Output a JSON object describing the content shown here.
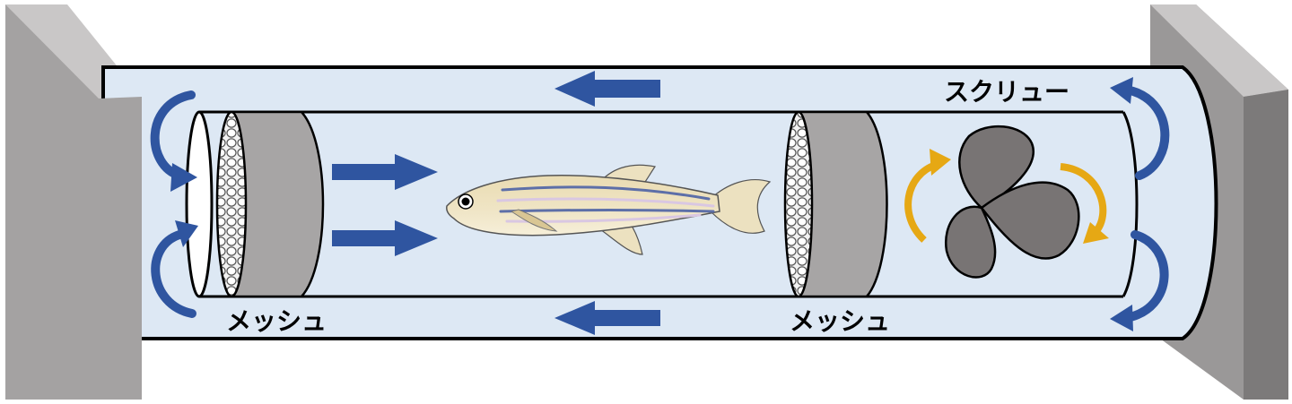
{
  "labels": {
    "mesh_left": "メッシュ",
    "mesh_right": "メッシュ",
    "screw": "スクリュー"
  },
  "colors": {
    "tube_fill": "#dde8f4",
    "wall_front": "#a4a2a2",
    "wall_top": "#c9c7c7",
    "wall_side": "#7c7a7a",
    "mesh_body": "#a7a5a5",
    "propeller": "#787474",
    "flow_arrow": "#2f55a0",
    "rotation_arrow": "#e6a814",
    "fish_body": "#e2d2a6"
  }
}
